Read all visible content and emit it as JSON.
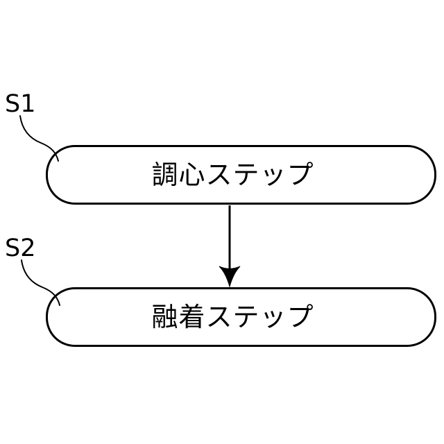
{
  "figure": {
    "type": "flowchart",
    "background_color": "#ffffff",
    "line_color": "#000000",
    "steps": [
      {
        "ref": "S1",
        "label": "調心ステップ"
      },
      {
        "ref": "S2",
        "label": "融着ステップ"
      }
    ],
    "connectors": [
      {
        "type": "arrow-down",
        "from": "S1",
        "to": "S2"
      }
    ]
  }
}
